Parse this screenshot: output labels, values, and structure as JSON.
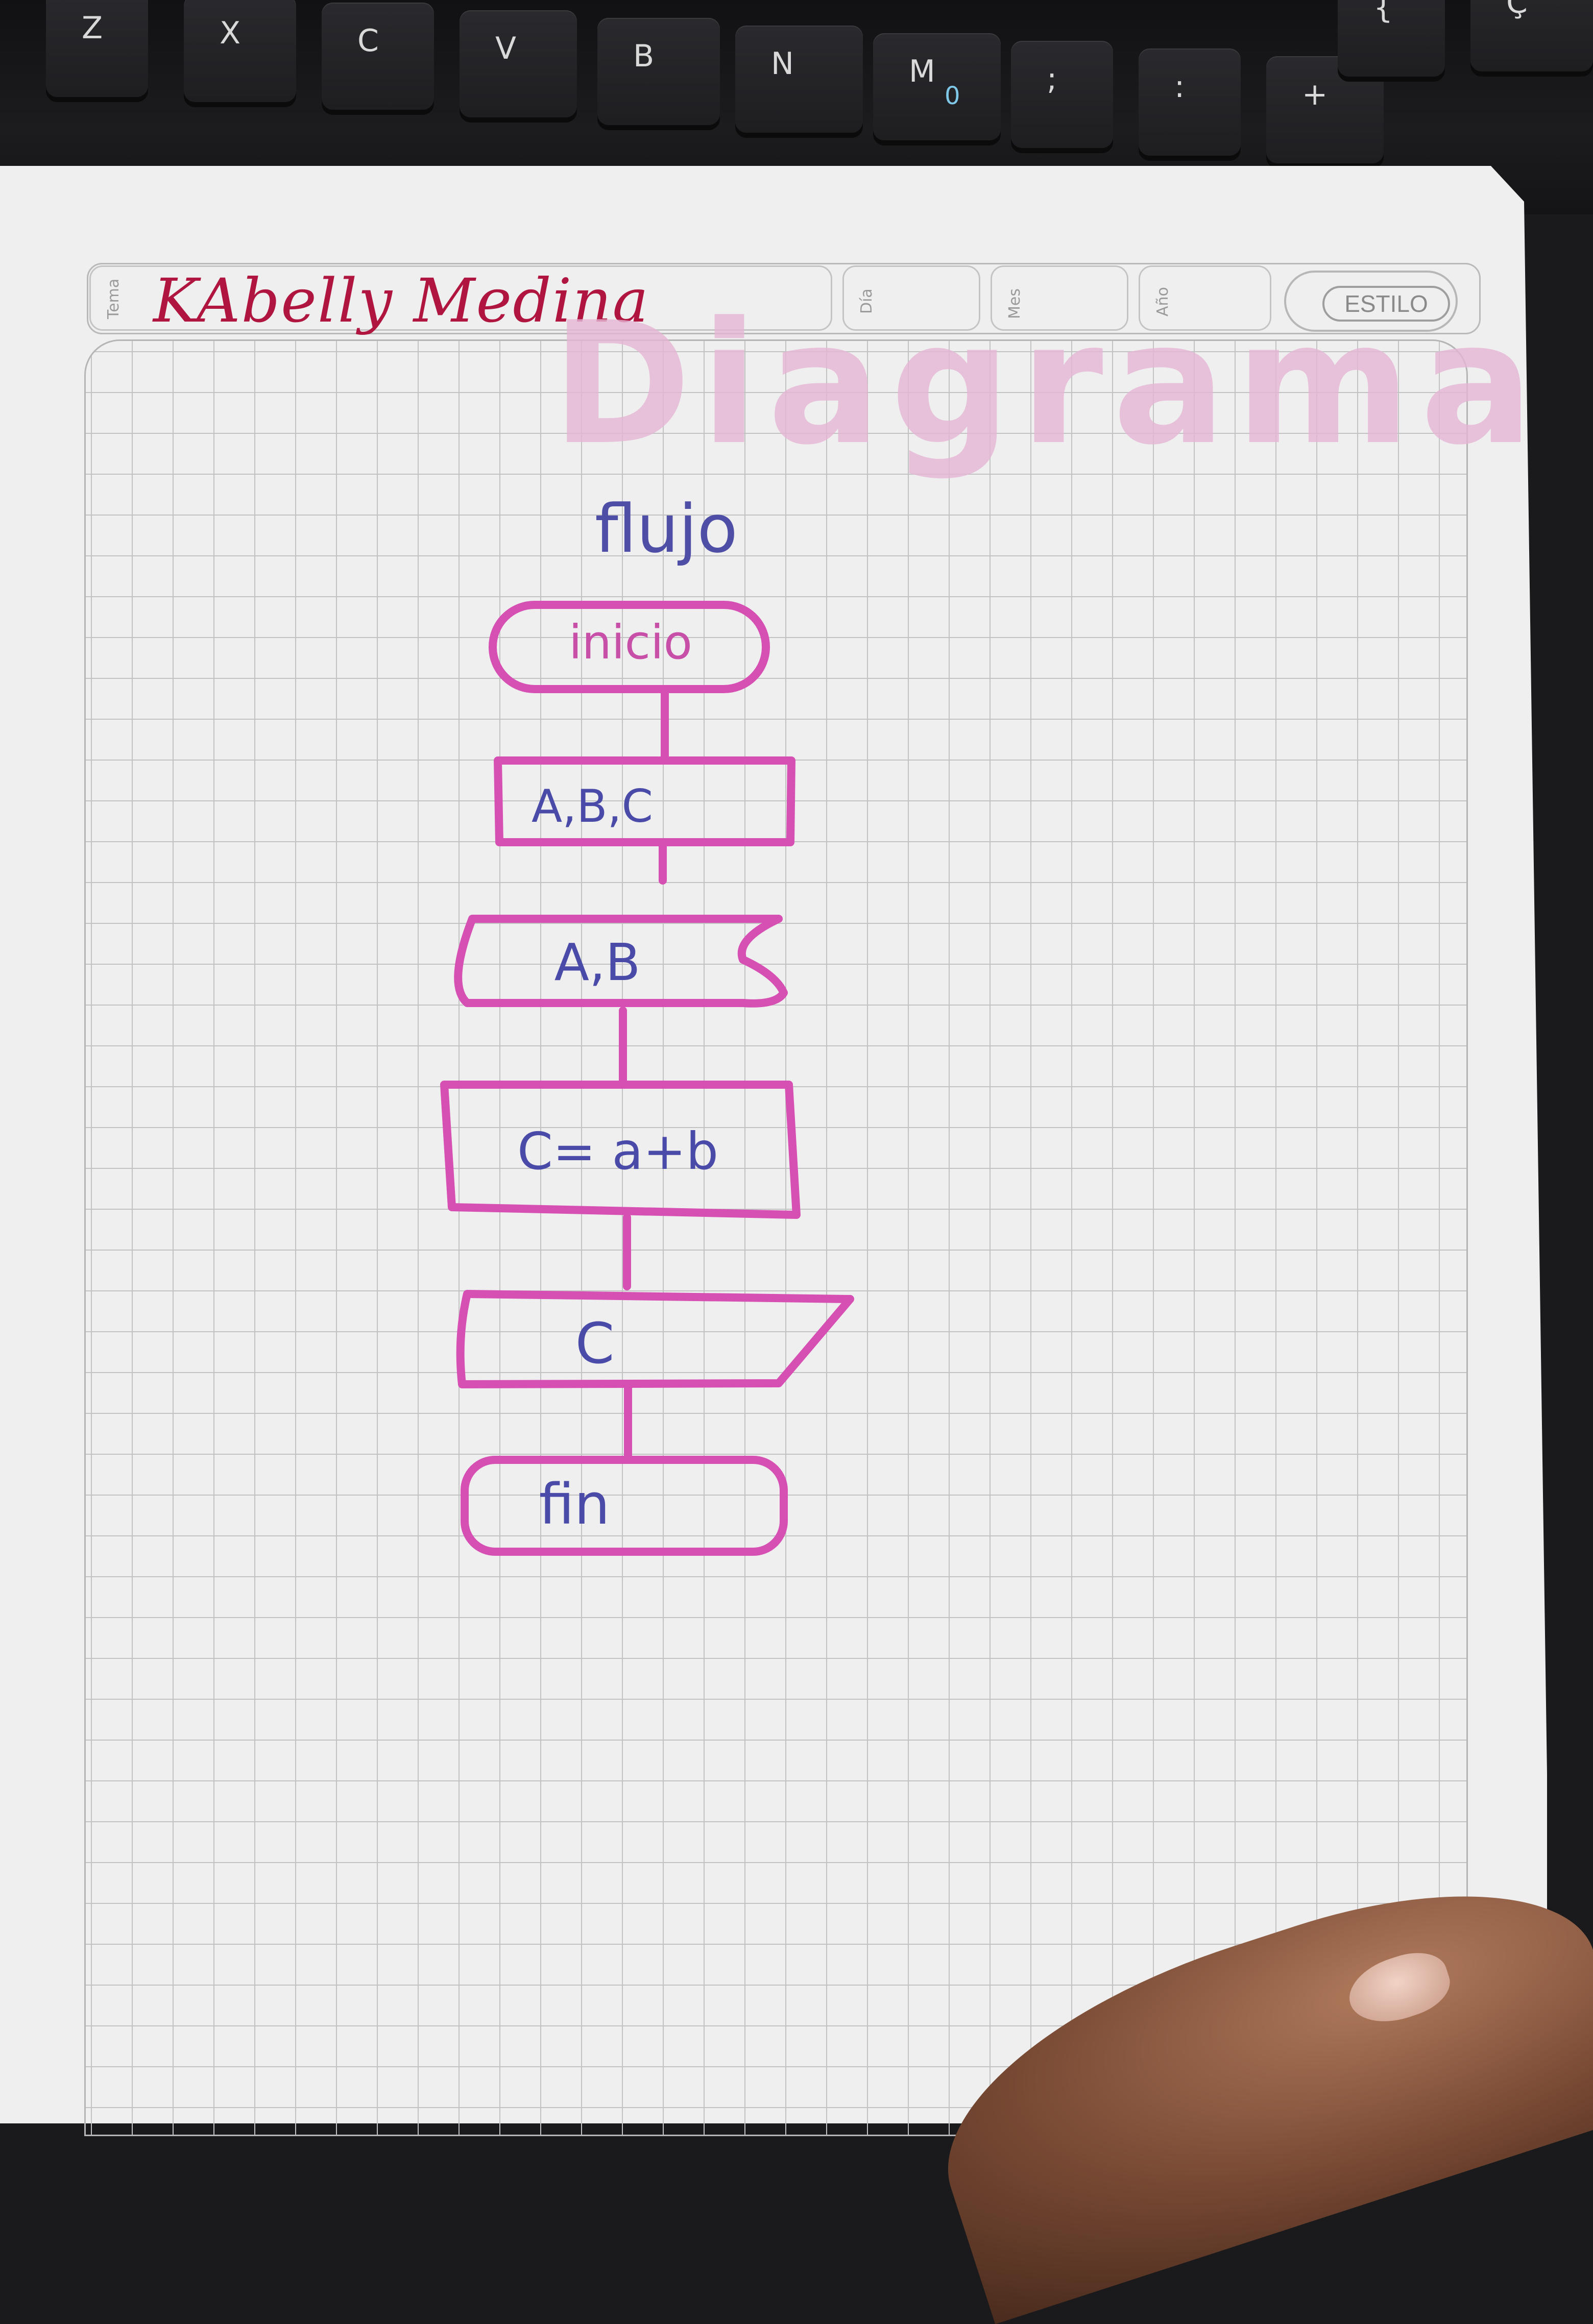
{
  "keyboard": {
    "keys": [
      {
        "label": "Z"
      },
      {
        "label": "X"
      },
      {
        "label": "C"
      },
      {
        "label": "V"
      },
      {
        "label": "B"
      },
      {
        "label": "N"
      },
      {
        "label": "M",
        "sub": "0"
      },
      {
        "label": ";"
      },
      {
        "label": ":"
      },
      {
        "label": "+"
      },
      {
        "label": "{"
      },
      {
        "label": "Ç"
      }
    ]
  },
  "header": {
    "name": "KAbelly Medina",
    "fields": {
      "tema": "Tema",
      "dia": "Día",
      "mes": "Mes",
      "ano": "Año"
    },
    "brand": "ESTILO"
  },
  "diagram": {
    "title": "Diagrama",
    "subtitle": "flujo",
    "nodes": [
      {
        "id": "start",
        "shape": "terminal",
        "text": "inicio"
      },
      {
        "id": "input",
        "shape": "process",
        "text": "A,B,C"
      },
      {
        "id": "read",
        "shape": "document-input",
        "text": "A,B"
      },
      {
        "id": "calc",
        "shape": "process",
        "text": "C= a+b"
      },
      {
        "id": "output",
        "shape": "display",
        "text": "C"
      },
      {
        "id": "end",
        "shape": "terminal",
        "text": "fin"
      }
    ],
    "edges": [
      {
        "from": "start",
        "to": "input"
      },
      {
        "from": "input",
        "to": "read"
      },
      {
        "from": "read",
        "to": "calc"
      },
      {
        "from": "calc",
        "to": "output"
      },
      {
        "from": "output",
        "to": "end"
      }
    ],
    "colors": {
      "stroke": "#d64fb3",
      "text": "#4a4aa8",
      "start_text": "#c84fa8"
    }
  }
}
